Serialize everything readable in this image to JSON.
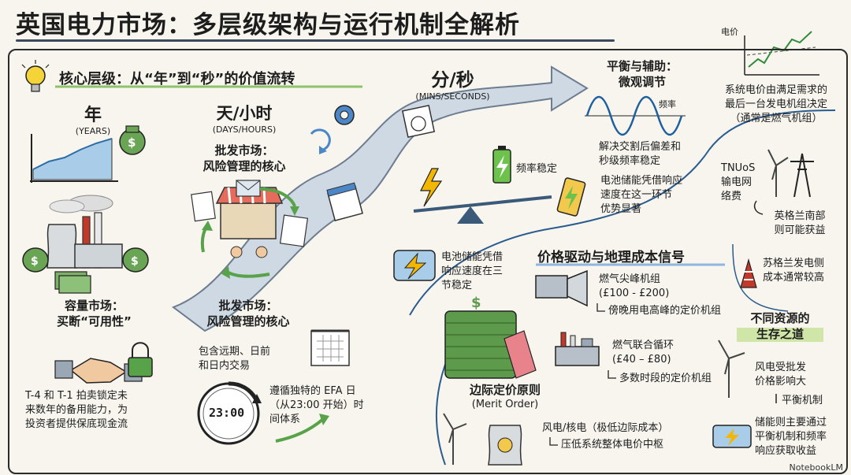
{
  "title": "英国电力市场：多层级架构与运行机制全解析",
  "core": {
    "heading": "核心层级：从“年”到“秒”的价值流转"
  },
  "years": {
    "label": "年",
    "sub": "(YEARS)"
  },
  "dayhours": {
    "label": "天/小时",
    "sub": "(DAYS/HOURS)",
    "heading": "批发市场：\n风险管理的核心"
  },
  "minsec": {
    "label": "分/秒",
    "sub": "(MINS/SECONDS)"
  },
  "capacity": {
    "heading": "容量市场：\n买断“可用性”",
    "desc": "T-4 和 T-1 拍卖锁定未\n来数年的备用能力，为\n投资者提供保底现金流"
  },
  "wholesale": {
    "heading": "批发市场：\n风险管理的核心",
    "desc": "包含远期、日前\n和日内交易",
    "efa_clock": "23:00",
    "efa": "遵循独特的 EFA 日\n（从23:00 开始）时\n间体系"
  },
  "freq_stable": "频率稳定",
  "battery_mid": "电池储能凭借响应\n速度在这一环节\n优势显著",
  "battery_left": "电池储能凭借\n响应速度在三\n节稳定",
  "balancing": {
    "heading": "平衡与辅助：\n微观调节",
    "freq_label": "频率",
    "desc": "解决交割后偏差和\n秒级频率稳定"
  },
  "top_chart": {
    "ylabel": "电价",
    "desc": "系统电价由满足需求的\n最后一台发电机组决定\n（通常是燃气机组）"
  },
  "tnuos": {
    "label": "TNUoS\n输电网\n络费",
    "south": "英格兰南部\n则可能获益",
    "scotland": "苏格兰发电侧\n成本通常较高"
  },
  "pricing": {
    "heading": "价格驱动与地理成本信号",
    "peak": {
      "name": "燃气尖峰机组\n(£100 - £200)",
      "role": "傍晚用电高峰的定价机组"
    },
    "ccgt": {
      "name": "燃气联合循环\n(£40 – £80)",
      "role": "多数时段的定价机组"
    },
    "renew": {
      "name": "风电/核电（极低边际成本）",
      "role": "压低系统整体电价中枢"
    },
    "merit": {
      "heading": "边际定价原则",
      "sub": "(Merit Order)"
    }
  },
  "survival": {
    "heading": "不同资源的\n生存之道",
    "wind": "风电受批发\n价格影响大",
    "balancing": "平衡机制",
    "storage": "储能则主要通过\n平衡机制和频率\n响应获取收益"
  },
  "brand": "NotebookLM",
  "colors": {
    "accent_green": "#4a9a3a",
    "accent_blue": "#3b78b8",
    "band": "#cfd9e4",
    "money": "#5d9a4c",
    "bolt": "#f2b705"
  }
}
